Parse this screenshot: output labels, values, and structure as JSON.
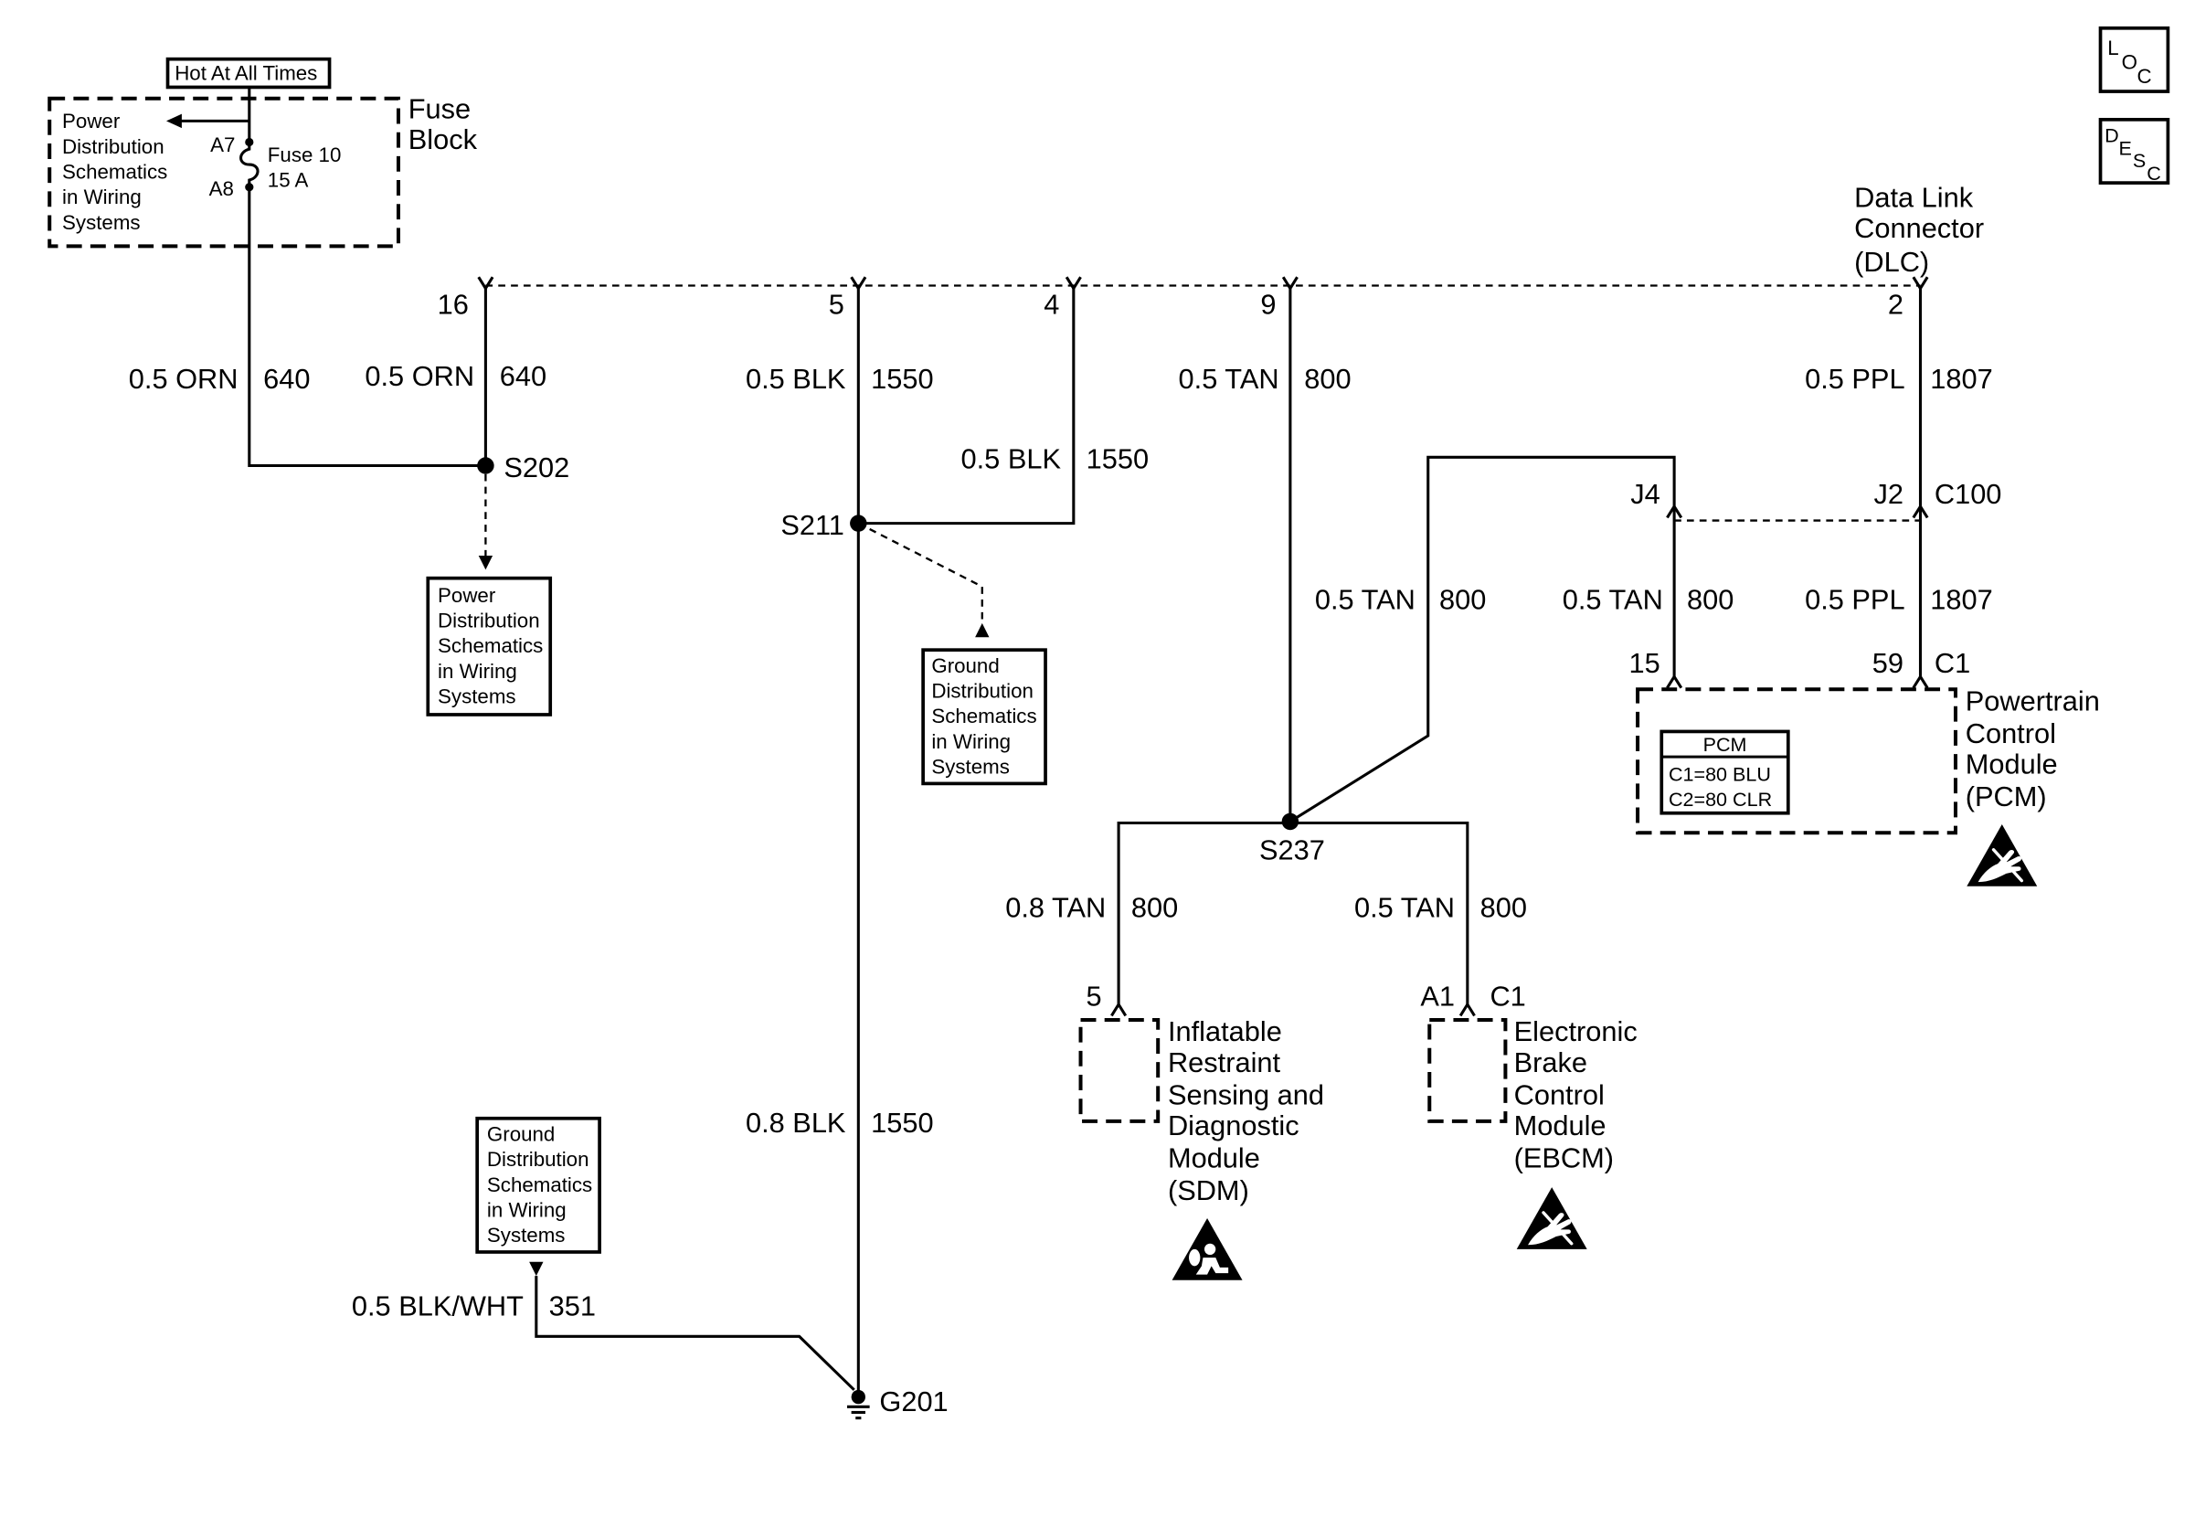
{
  "colors": {
    "ink": "#000000",
    "background": "#ffffff"
  },
  "hot_at_all_times": "Hot At All Times",
  "fuse_block": {
    "title": [
      "Fuse",
      "Block"
    ],
    "power_ref": [
      "Power",
      "Distribution",
      "Schematics",
      "in Wiring",
      "Systems"
    ],
    "terminal_in": "A7",
    "terminal_out": "A8",
    "fuse": [
      "Fuse 10",
      "15 A"
    ]
  },
  "dlc": {
    "label": [
      "Data Link",
      "Connector",
      "(DLC)"
    ],
    "pins": {
      "p16": "16",
      "p5": "5",
      "p4": "4",
      "p9": "9",
      "p2": "2"
    }
  },
  "wires": {
    "fuse_to_s202": {
      "size_color": "0.5 ORN",
      "circuit": "640"
    },
    "dlc16_to_s202": {
      "size_color": "0.5 ORN",
      "circuit": "640"
    },
    "dlc5_to_s211": {
      "size_color": "0.5 BLK",
      "circuit": "1550"
    },
    "dlc4_to_s211": {
      "size_color": "0.5 BLK",
      "circuit": "1550"
    },
    "s211_to_g201": {
      "size_color": "0.8 BLK",
      "circuit": "1550"
    },
    "dlc9_to_s237": {
      "size_color": "0.5 TAN",
      "circuit": "800"
    },
    "s237_to_c100": {
      "size_color": "0.5 TAN",
      "circuit": "800"
    },
    "c100_to_pcm": {
      "size_color": "0.5 TAN",
      "circuit": "800"
    },
    "dlc2_to_c100": {
      "size_color": "0.5 PPL",
      "circuit": "1807"
    },
    "c100_to_pcm_ppl": {
      "size_color": "0.5 PPL",
      "circuit": "1807"
    },
    "s237_to_sdm": {
      "size_color": "0.8 TAN",
      "circuit": "800"
    },
    "s237_to_ebcm": {
      "size_color": "0.5 TAN",
      "circuit": "800"
    },
    "ground_ref_to_g201": {
      "size_color": "0.5 BLK/WHT",
      "circuit": "351"
    }
  },
  "splices": {
    "s202": "S202",
    "s211": "S211",
    "s237": "S237"
  },
  "ground": "G201",
  "s202_power_ref": [
    "Power",
    "Distribution",
    "Schematics",
    "in Wiring",
    "Systems"
  ],
  "s211_ground_ref": [
    "Ground",
    "Distribution",
    "Schematics",
    "in Wiring",
    "Systems"
  ],
  "g201_ground_ref": [
    "Ground",
    "Distribution",
    "Schematics",
    "in Wiring",
    "Systems"
  ],
  "c100": {
    "connector": "C100",
    "pin_tan": "J4",
    "pin_ppl": "J2"
  },
  "pcm": {
    "label": [
      "Powertrain",
      "Control",
      "Module",
      "(PCM)"
    ],
    "connector": "C1",
    "pin_tan": "15",
    "pin_ppl": "59",
    "info_title": "PCM",
    "info_lines": [
      "C1=80 BLU",
      "C2=80 CLR"
    ]
  },
  "sdm": {
    "label": [
      "Inflatable",
      "Restraint",
      "Sensing and",
      "Diagnostic",
      "Module",
      "(SDM)"
    ],
    "pin": "5"
  },
  "ebcm": {
    "label": [
      "Electronic",
      "Brake",
      "Control",
      "Module",
      "(EBCM)"
    ],
    "pin": "A1",
    "connector": "C1"
  },
  "nav_icons": {
    "loc": [
      "L",
      "O",
      "C"
    ],
    "desc": [
      "D",
      "E",
      "S",
      "C"
    ]
  },
  "icons": {
    "pcm_caution": "esd-caution-icon",
    "sdm_caution": "airbag-caution-icon",
    "ebcm_caution": "esd-caution-icon"
  }
}
